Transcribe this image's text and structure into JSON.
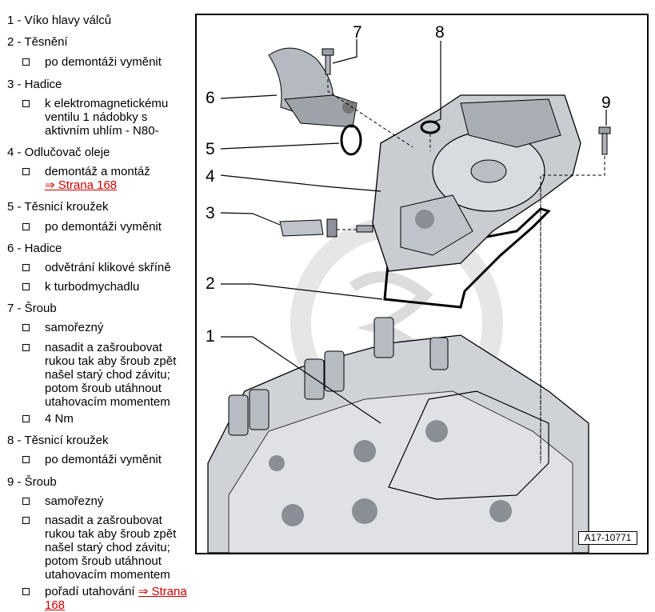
{
  "legend": {
    "items": [
      {
        "title": "1 - Víko hlavy válců",
        "bullets": []
      },
      {
        "title": "2 - Těsnění",
        "bullets": [
          {
            "text": "po demontáži vyměnit"
          }
        ]
      },
      {
        "title": "3 - Hadice",
        "bullets": [
          {
            "text": "k elektromagnetickému ventilu 1 nádobky s aktivním uhlím - N80-"
          }
        ]
      },
      {
        "title": "4 - Odlučovač oleje",
        "bullets": [
          {
            "text": "demontáž a montáž",
            "link": "⇒ Strana 168"
          }
        ]
      },
      {
        "title": "5 - Těsnicí kroužek",
        "bullets": [
          {
            "text": "po demontáži vyměnit"
          }
        ]
      },
      {
        "title": "6 - Hadice",
        "bullets": [
          {
            "text": "odvětrání klikové skříně"
          },
          {
            "text": "k turbodmychadlu"
          }
        ]
      },
      {
        "title": "7 - Šroub",
        "bullets": [
          {
            "text": "samořezný"
          },
          {
            "text": "nasadit a zašroubovat rukou tak aby šroub zpět našel starý chod závitu; potom šroub utáhnout utahovacím momentem"
          },
          {
            "text": "4 Nm"
          }
        ]
      },
      {
        "title": "8 - Těsnicí kroužek",
        "bullets": [
          {
            "text": "po demontáži vyměnit"
          }
        ]
      },
      {
        "title": "9 - Šroub",
        "bullets": [
          {
            "text": "samořezný"
          },
          {
            "text": "nasadit a zašroubovat rukou tak aby šroub zpět našel starý chod závitu; potom šroub utáhnout utahovacím momentem"
          },
          {
            "text": "pořadí utahování",
            "link": "⇒ Strana 168"
          }
        ]
      }
    ]
  },
  "figure": {
    "callouts": [
      "7",
      "8",
      "9",
      "6",
      "5",
      "4",
      "3",
      "2",
      "1"
    ],
    "figure_id": "A17-10771"
  },
  "colors": {
    "link": "#cc0000",
    "part_fill": "#c9ccd1",
    "part_dark": "#8a8e95",
    "watermark": "#e2e2e2"
  }
}
